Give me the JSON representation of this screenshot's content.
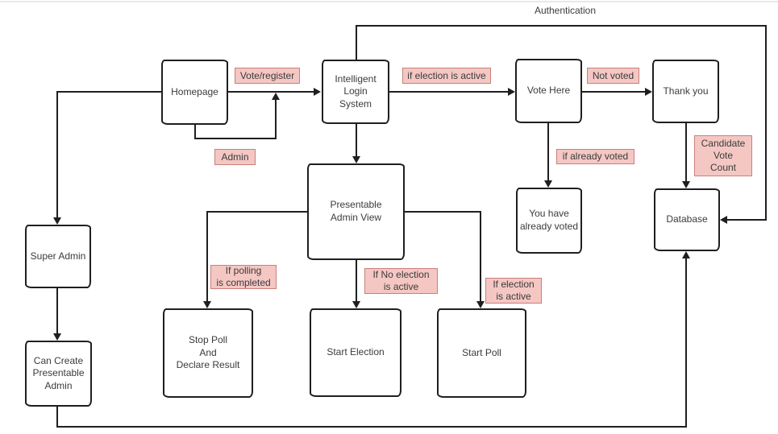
{
  "diagram": {
    "top_edge_label": "Authentication"
  },
  "nodes": {
    "homepage": "Homepage",
    "intelligent_login_system": "Intelligent\nLogin\nSystem",
    "vote_here": "Vote Here",
    "thank_you": "Thank you",
    "presentable_admin_view": "Presentable\nAdmin View",
    "super_admin": "Super Admin",
    "you_have_already_voted": "You have\nalready voted",
    "database": "Database",
    "can_create_presentable_admin": "Can Create\nPresentable\nAdmin",
    "stop_poll_and_declare_result": "Stop Poll\nAnd\nDeclare Result",
    "start_election": "Start Election",
    "start_poll": "Start Poll"
  },
  "edge_labels": {
    "vote_register": "Vote/register",
    "if_election_is_active_top": "if election is active",
    "not_voted": "Not voted",
    "admin": "Admin",
    "if_already_voted": "if already voted",
    "candidate_vote_count": "Candidate\nVote\nCount",
    "if_polling_is_completed": "If polling\nis completed",
    "if_no_election_is_active": "If No election\nis active",
    "if_election_is_active_bottom": "If election\nis active"
  },
  "colors": {
    "line_color": "#1f1f1f",
    "label_fill": "#f4c7c3",
    "label_border": "#c9807c",
    "text_color": "#3b3b3b",
    "box_fill": "#ffffff"
  }
}
